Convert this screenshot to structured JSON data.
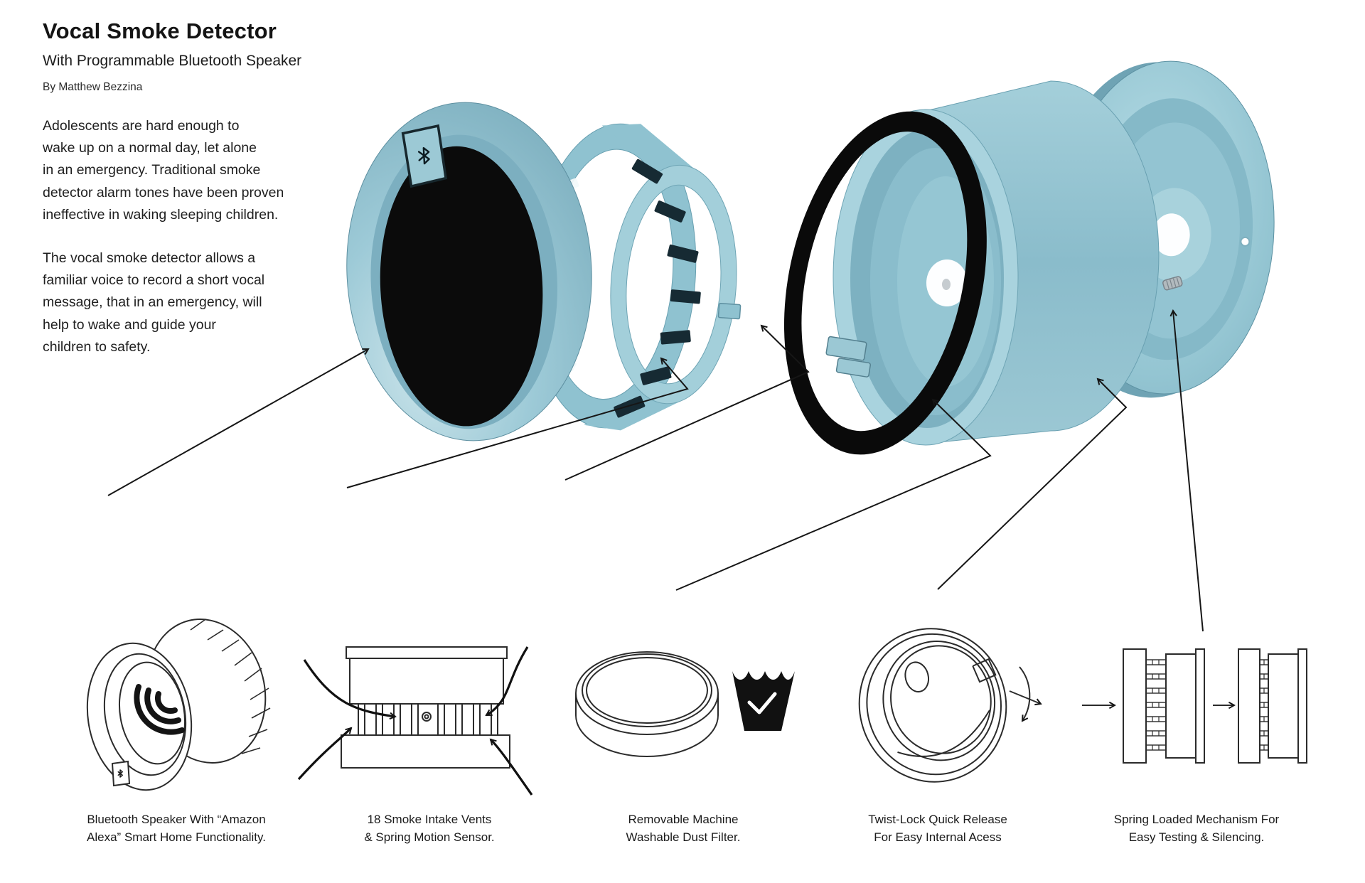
{
  "header": {
    "title": "Vocal Smoke Detector",
    "subtitle": "With Programmable Bluetooth Speaker",
    "byline": "By Matthew Bezzina"
  },
  "intro": {
    "paragraph1": "Adolescents are hard enough to\nwake up on a normal day, let alone\nin an emergency. Traditional smoke\ndetector alarm tones have been proven\nineffective in waking sleeping children.",
    "paragraph2": "The vocal smoke detector allows a\nfamiliar voice to record a short vocal\nmessage, that in an emergency, will\nhelp to wake and guide your\nchildren to safety."
  },
  "features": [
    {
      "id": "bluetooth-speaker",
      "caption": "Bluetooth Speaker With “Amazon\nAlexa” Smart Home Functionality."
    },
    {
      "id": "smoke-intake-vents",
      "caption": "18 Smoke Intake Vents\n& Spring Motion Sensor."
    },
    {
      "id": "dust-filter",
      "caption": "Removable Machine\nWashable Dust Filter."
    },
    {
      "id": "twist-lock",
      "caption": "Twist-Lock Quick Release\nFor Easy Internal Acess"
    },
    {
      "id": "spring-mechanism",
      "caption": "Spring Loaded Mechanism For\nEasy Testing & Silencing."
    }
  ],
  "exploded_view": {
    "parts": [
      "front-bezel-with-bluetooth-logo",
      "smoke-intake-vent-ring",
      "dust-filter-ring",
      "main-body-shell",
      "back-mounting-plate"
    ]
  },
  "colors": {
    "product_teal": "#8fc2d0",
    "product_teal_light": "#b5d9e2",
    "product_teal_dark": "#679cac",
    "speaker_black": "#0b0b0b",
    "line_art": "#2b2b2b",
    "background": "#ffffff"
  }
}
